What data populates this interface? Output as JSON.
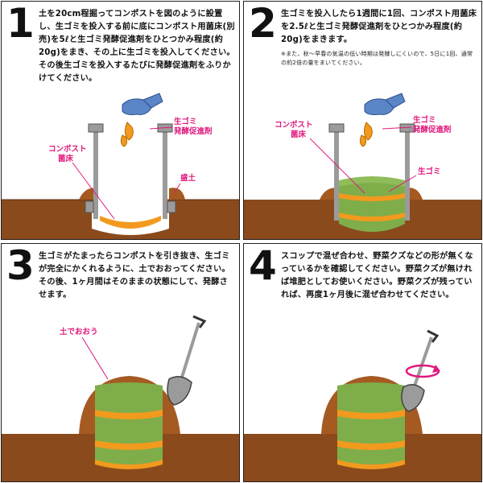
{
  "colors": {
    "soil": "#8a4a1c",
    "soil_light": "#a55a22",
    "bin": "#9b9b9b",
    "bin_dark": "#555555",
    "green": "#7fad4a",
    "orange": "#f19a1e",
    "pink": "#e0197d",
    "glove": "#5a86c8"
  },
  "panels": [
    {
      "number": "1",
      "text": "土を20cm程掘ってコンポストを図のように設置し、生ゴミを投入する前に底にコンポスト用菌床(別売)を5ℓと生ゴミ発酵促進剤をひとつかみ程度(約20g)をまき、その上に生ゴミを投入してください。その後生ゴミを投入するたびに発酵促進剤をふりかけてください。",
      "labels": {
        "accelerant": [
          "生ゴミ",
          "発酵促進剤"
        ],
        "bed": [
          "コンポスト",
          "菌床"
        ],
        "mound": "盛土"
      }
    },
    {
      "number": "2",
      "text": "生ゴミを投入したら1週間に1回、コンポスト用菌床を2.5ℓと生ゴミ発酵促進剤をひとつかみ程度(約20g)をまきます。",
      "note": "※また、秋～早春の気温の低い時期は発酵しにくいので、5日に1回、通常の約2倍の量をまいてください。",
      "labels": {
        "bed": [
          "コンポスト",
          "菌床"
        ],
        "accelerant": [
          "生ゴミ",
          "発酵促進剤"
        ],
        "waste": "生ゴミ"
      }
    },
    {
      "number": "3",
      "text": "生ゴミがたまったらコンポストを引き抜き、生ゴミが完全にかくれるように、土でおおってください。その後、1ヶ月間はそのままの状態にして、発酵させます。",
      "labels": {
        "cover": "土でおおう"
      }
    },
    {
      "number": "4",
      "text": "スコップで混ぜ合わせ、野菜クズなどの形が無くなっているかを確認してください。野菜クズが無ければ堆肥としてお使いください。野菜クズが残っていれば、再度1ヶ月後に混ぜ合わせてください。"
    }
  ]
}
